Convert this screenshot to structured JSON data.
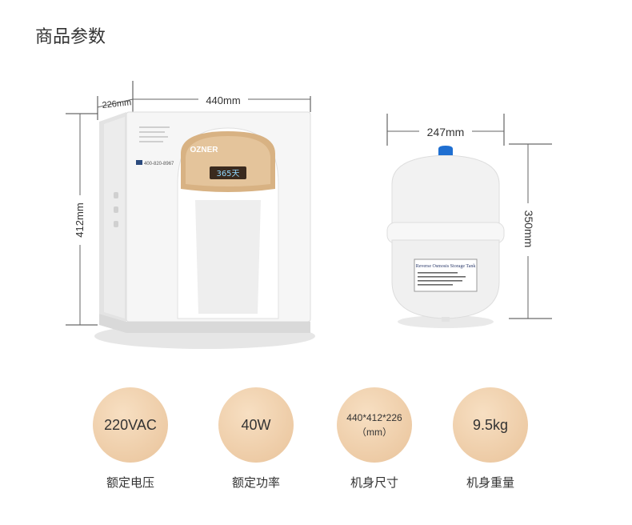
{
  "title": "商品参数",
  "purifier": {
    "width": "440mm",
    "depth": "226mm",
    "height": "412mm",
    "brand": "OZNER",
    "display": "365天",
    "phone": "400-820-8967"
  },
  "tank": {
    "width": "247mm",
    "height": "350mm",
    "label_title": "Reverse Osmosis Storage Tank"
  },
  "specs": [
    {
      "value": "220VAC",
      "unit": "",
      "caption": "额定电压"
    },
    {
      "value": "40W",
      "unit": "",
      "caption": "额定功率"
    },
    {
      "value": "440*412*226",
      "unit": "（mm）",
      "caption": "机身尺寸"
    },
    {
      "value": "9.5kg",
      "unit": "",
      "caption": "机身重量"
    }
  ]
}
